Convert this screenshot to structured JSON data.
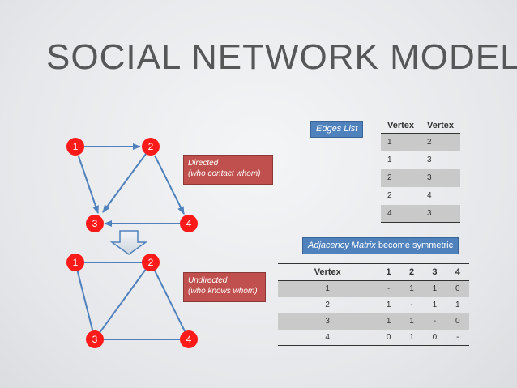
{
  "title": "SOCIAL NETWORK MODEL",
  "directed_graph": {
    "nodes": [
      "1",
      "2",
      "3",
      "4"
    ],
    "edges": [
      [
        "1",
        "2"
      ],
      [
        "1",
        "3"
      ],
      [
        "2",
        "3"
      ],
      [
        "2",
        "4"
      ],
      [
        "4",
        "3"
      ]
    ]
  },
  "undirected_graph": {
    "nodes": [
      "1",
      "2",
      "3",
      "4"
    ],
    "edges": [
      [
        "1",
        "2"
      ],
      [
        "1",
        "3"
      ],
      [
        "2",
        "3"
      ],
      [
        "2",
        "4"
      ],
      [
        "3",
        "4"
      ]
    ]
  },
  "callouts": {
    "directed": {
      "line1": "Directed",
      "line2": "(who contact whom)"
    },
    "undirected": {
      "line1": "Undirected",
      "line2": "(who knows whom)"
    }
  },
  "edges_list_label": "Edges List",
  "adjacency_label": {
    "italic": "Adjacency Matrix",
    "rest": " become symmetric"
  },
  "edges_table": {
    "headers": [
      "Vertex",
      "Vertex"
    ],
    "rows": [
      [
        "1",
        "2"
      ],
      [
        "1",
        "3"
      ],
      [
        "2",
        "3"
      ],
      [
        "2",
        "4"
      ],
      [
        "4",
        "3"
      ]
    ]
  },
  "matrix_table": {
    "headers": [
      "Vertex",
      "1",
      "2",
      "3",
      "4"
    ],
    "rows": [
      [
        "1",
        "-",
        "1",
        "1",
        "0"
      ],
      [
        "2",
        "1",
        "-",
        "1",
        "1"
      ],
      [
        "3",
        "1",
        "1",
        "-",
        "0"
      ],
      [
        "4",
        "0",
        "1",
        "0",
        "-"
      ]
    ]
  },
  "colors": {
    "node": "#ff1a1a",
    "edge": "#4f81bd",
    "callout": "#c0504d",
    "label": "#4f81bd"
  }
}
